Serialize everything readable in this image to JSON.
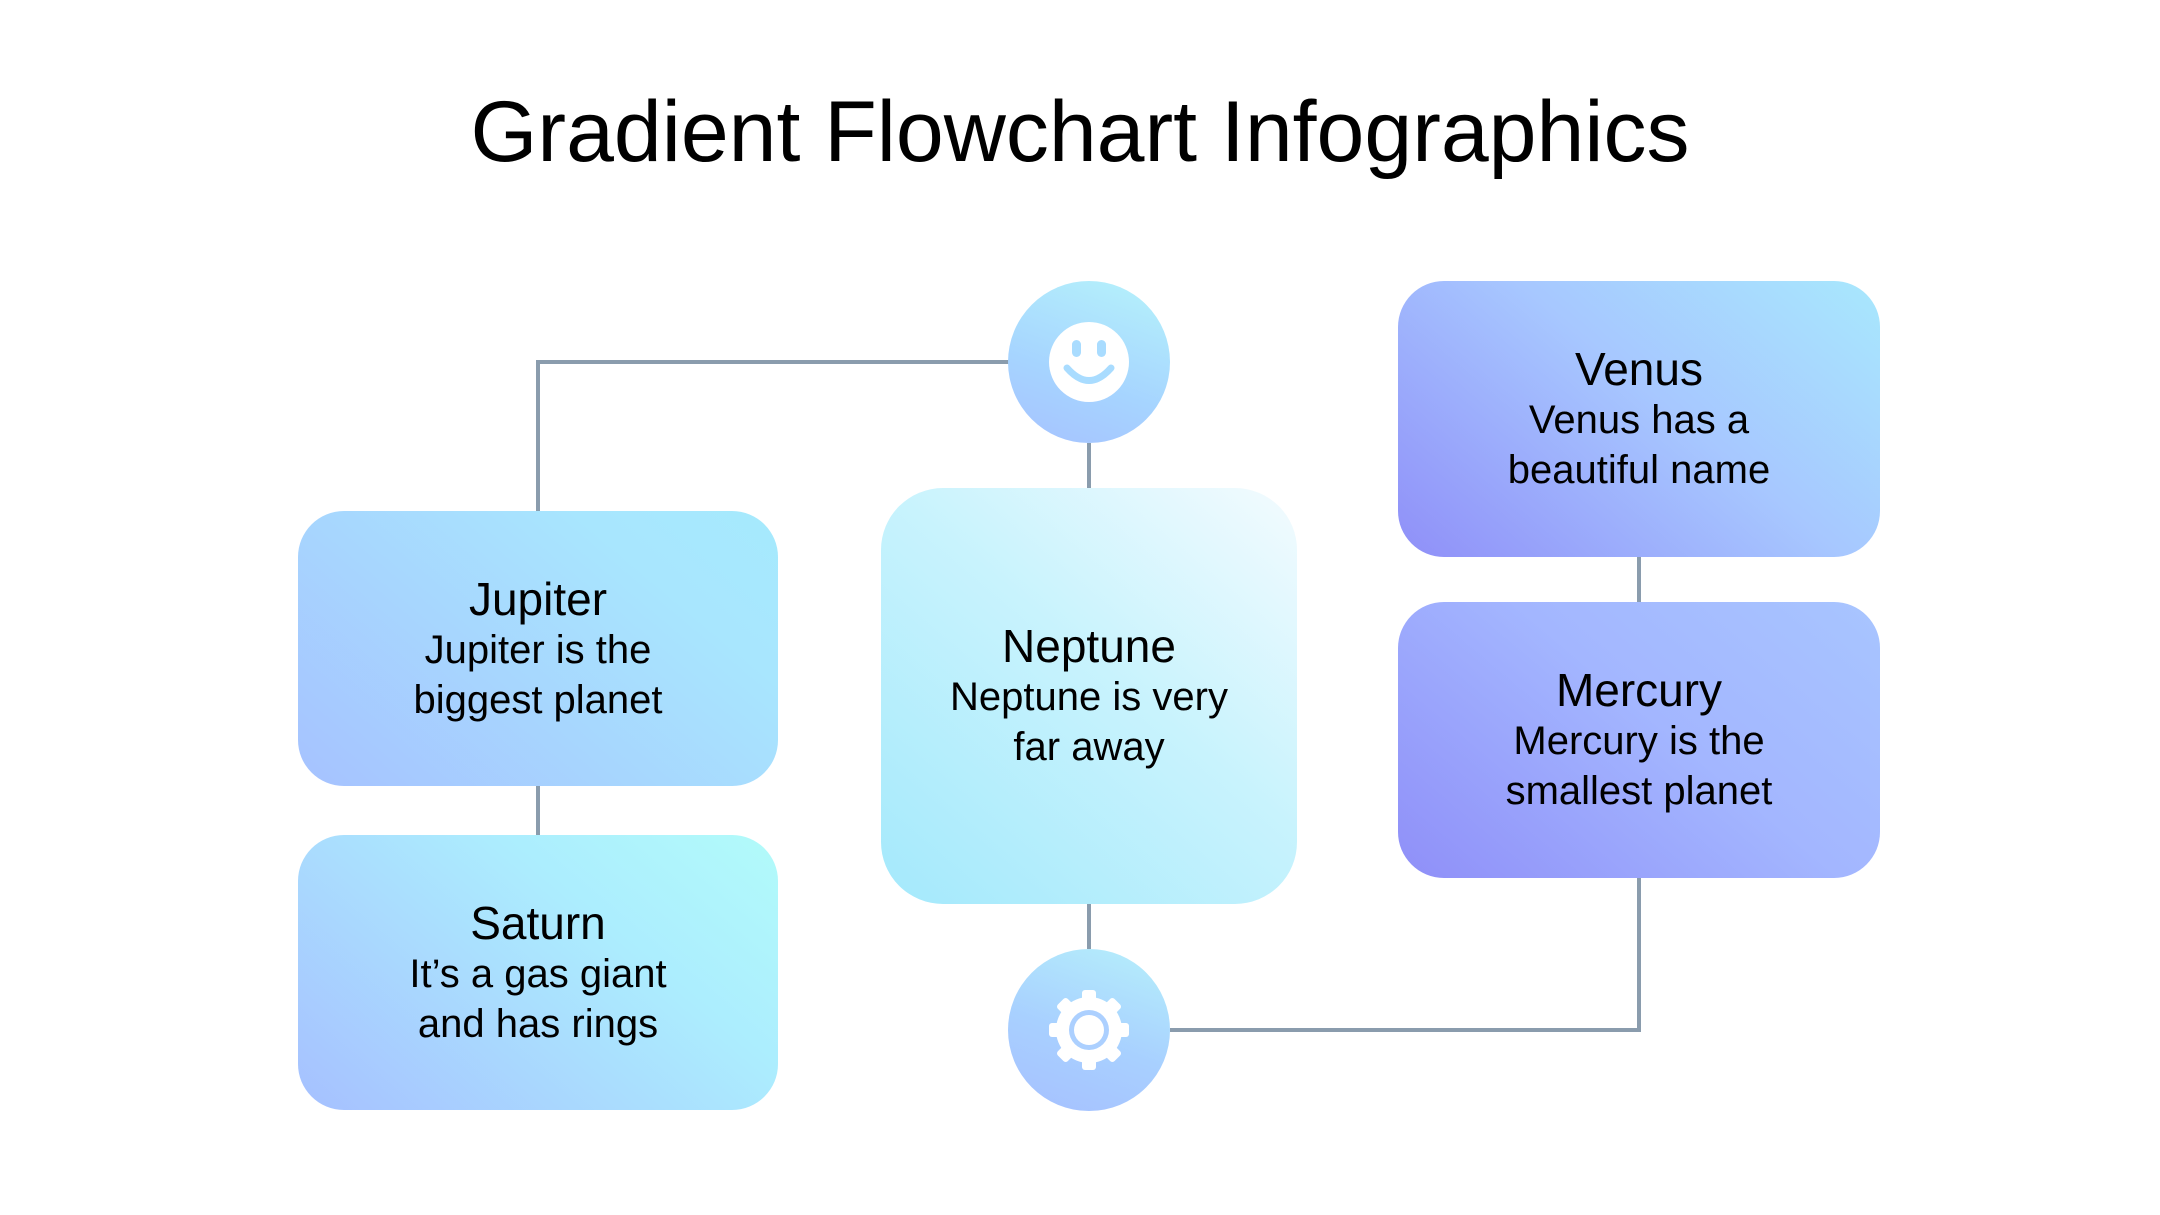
{
  "title": "Gradient Flowchart Infographics",
  "colors": {
    "connector": "#8a9cad",
    "icon": "#ffffff"
  },
  "icons": {
    "top": "smiley-face-icon",
    "bottom": "gear-icon"
  },
  "nodes": {
    "jupiter": {
      "name": "Jupiter",
      "desc_line1": "Jupiter is the",
      "desc_line2": "biggest planet"
    },
    "saturn": {
      "name": "Saturn",
      "desc_line1": "It’s a gas giant",
      "desc_line2": "and has rings"
    },
    "neptune": {
      "name": "Neptune",
      "desc_line1": "Neptune is very",
      "desc_line2": "far away"
    },
    "venus": {
      "name": "Venus",
      "desc_line1": "Venus has a",
      "desc_line2": "beautiful name"
    },
    "mercury": {
      "name": "Mercury",
      "desc_line1": "Mercury is the",
      "desc_line2": "smallest planet"
    }
  }
}
